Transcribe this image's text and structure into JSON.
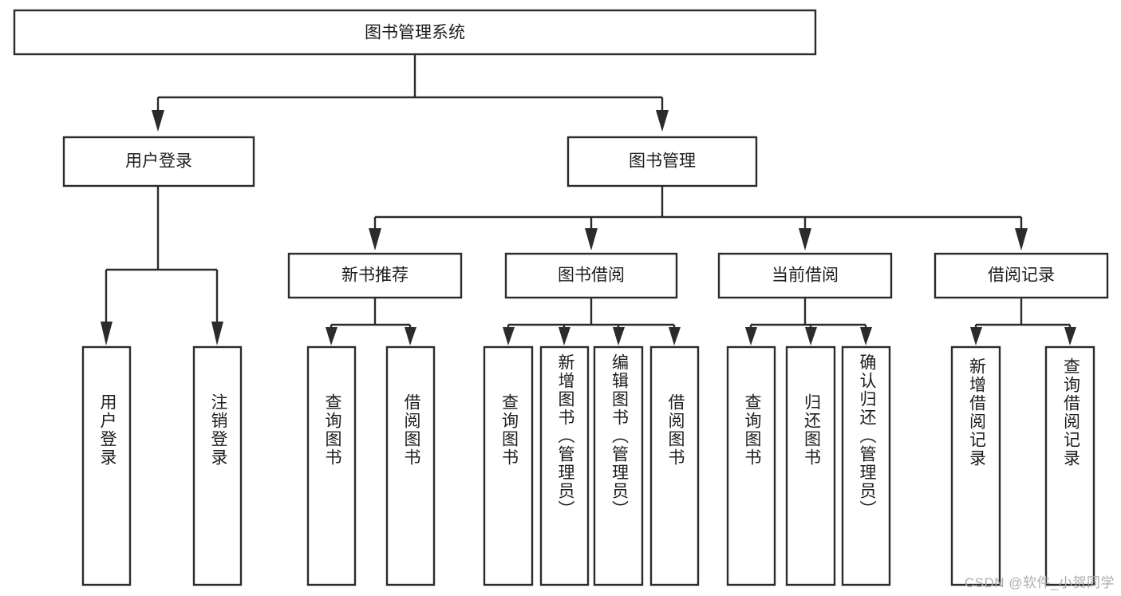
{
  "diagram": {
    "type": "tree-hierarchy-diagram",
    "title": "图书管理系统",
    "watermark": "CSDN @软件_小贺同学",
    "colors": {
      "stroke": "#2b2b2b",
      "box_fill": "#ffffff",
      "text": "#1d1d1d",
      "background": "#ffffff",
      "watermark": "#a9a9a9"
    },
    "levels": {
      "root": {
        "label": "图书管理系统"
      },
      "level2": [
        {
          "label": "用户登录"
        },
        {
          "label": "图书管理"
        }
      ],
      "level3": [
        {
          "label": "新书推荐"
        },
        {
          "label": "图书借阅"
        },
        {
          "label": "当前借阅"
        },
        {
          "label": "借阅记录"
        }
      ],
      "leaves": [
        {
          "label": "用户登录",
          "parent": "用户登录"
        },
        {
          "label": "注销登录",
          "parent": "用户登录"
        },
        {
          "label": "查询图书",
          "parent": "新书推荐"
        },
        {
          "label": "借阅图书",
          "parent": "新书推荐"
        },
        {
          "label": "查询图书",
          "parent": "图书借阅"
        },
        {
          "label": "新增图书（管理员）",
          "parent": "图书借阅"
        },
        {
          "label": "编辑图书（管理员）",
          "parent": "图书借阅"
        },
        {
          "label": "借阅图书",
          "parent": "图书借阅"
        },
        {
          "label": "查询图书",
          "parent": "当前借阅"
        },
        {
          "label": "归还图书",
          "parent": "当前借阅"
        },
        {
          "label": "确认归还（管理员）",
          "parent": "当前借阅"
        },
        {
          "label": "新增借阅记录",
          "parent": "借阅记录"
        },
        {
          "label": "查询借阅记录",
          "parent": "借阅记录"
        }
      ]
    }
  }
}
